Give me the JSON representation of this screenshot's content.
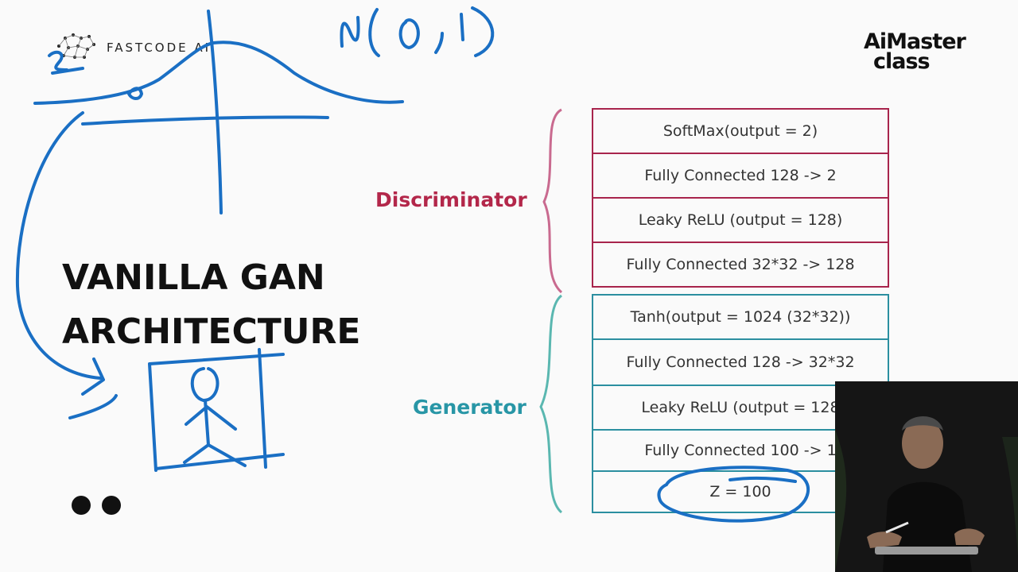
{
  "logo": {
    "text": "FASTCODE AI"
  },
  "brand": {
    "line1": "AiMaster",
    "line2": "class"
  },
  "slide": {
    "title_line1": "VANILLA GAN",
    "title_line2": "ARCHITECTURE"
  },
  "labels": {
    "discriminator": "Discriminator",
    "generator": "Generator"
  },
  "discriminator_layers": [
    "SoftMax(output = 2)",
    "Fully Connected  128 -> 2",
    "Leaky ReLU (output = 128)",
    "Fully Connected  32*32 -> 128"
  ],
  "generator_layers": [
    "Tanh(output = 1024 (32*32))",
    "Fully Connected  128 -> 32*32",
    "Leaky ReLU (output = 128",
    "Fully Connected  100 -> 1",
    "Z  = 100"
  ],
  "colors": {
    "discriminator": "#a8244c",
    "generator": "#2b8fa0",
    "ink": "#1a6fc4"
  }
}
